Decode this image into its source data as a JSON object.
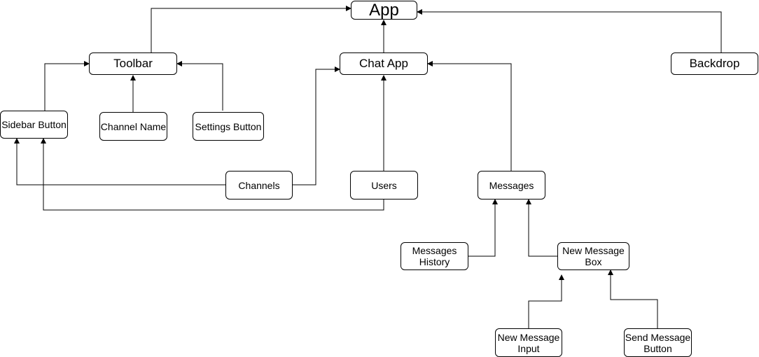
{
  "diagram": {
    "nodes": {
      "app": "App",
      "toolbar": "Toolbar",
      "chat_app": "Chat App",
      "backdrop": "Backdrop",
      "sidebar_button": "Sidebar Button",
      "channel_name": "Channel Name",
      "settings_button": "Settings Button",
      "channels": "Channels",
      "users": "Users",
      "messages": "Messages",
      "messages_history": "Messages\nHistory",
      "new_message_box": "New Message\nBox",
      "new_message_input": "New Message\nInput",
      "send_message_button": "Send Message\nButton"
    },
    "edges": [
      {
        "from": "toolbar",
        "to": "app"
      },
      {
        "from": "chat_app",
        "to": "app"
      },
      {
        "from": "backdrop",
        "to": "app"
      },
      {
        "from": "sidebar_button",
        "to": "toolbar"
      },
      {
        "from": "channel_name",
        "to": "toolbar"
      },
      {
        "from": "settings_button",
        "to": "toolbar"
      },
      {
        "from": "channels",
        "to": "chat_app"
      },
      {
        "from": "users",
        "to": "chat_app"
      },
      {
        "from": "messages",
        "to": "chat_app"
      },
      {
        "from": "channels",
        "to": "sidebar_button"
      },
      {
        "from": "users",
        "to": "sidebar_button"
      },
      {
        "from": "messages_history",
        "to": "messages"
      },
      {
        "from": "new_message_box",
        "to": "messages"
      },
      {
        "from": "new_message_input",
        "to": "new_message_box"
      },
      {
        "from": "send_message_button",
        "to": "new_message_box"
      }
    ]
  }
}
